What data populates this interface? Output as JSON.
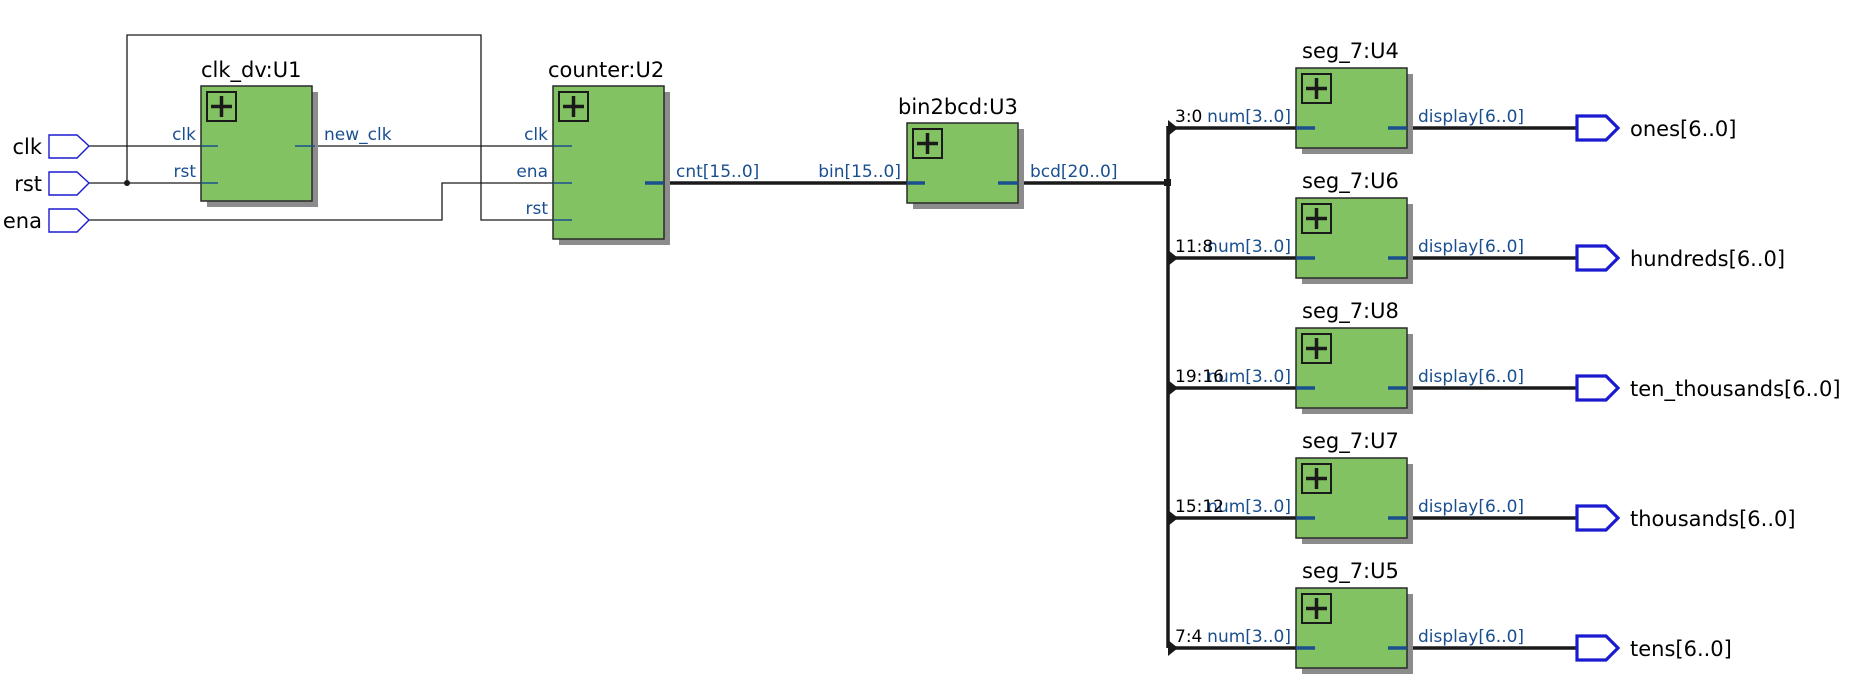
{
  "inputs": [
    "clk",
    "rst",
    "ena"
  ],
  "blocks": {
    "u1": {
      "title": "clk_dv:U1",
      "in": [
        "clk",
        "rst"
      ],
      "out": "new_clk"
    },
    "u2": {
      "title": "counter:U2",
      "in": [
        "clk",
        "ena",
        "rst"
      ],
      "out": "cnt[15..0]"
    },
    "u3": {
      "title": "bin2bcd:U3",
      "in": "bin[15..0]",
      "out": "bcd[20..0]"
    },
    "u4": {
      "title": "seg_7:U4",
      "in": "num[3..0]",
      "out": "display[6..0]"
    },
    "u6": {
      "title": "seg_7:U6",
      "in": "num[3..0]",
      "out": "display[6..0]"
    },
    "u8": {
      "title": "seg_7:U8",
      "in": "num[3..0]",
      "out": "display[6..0]"
    },
    "u7": {
      "title": "seg_7:U7",
      "in": "num[3..0]",
      "out": "display[6..0]"
    },
    "u5": {
      "title": "seg_7:U5",
      "in": "num[3..0]",
      "out": "display[6..0]"
    }
  },
  "bus_taps": [
    "3:0",
    "11:8",
    "19:16",
    "15:12",
    "7:4"
  ],
  "outputs": [
    "ones[6..0]",
    "hundreds[6..0]",
    "ten_thousands[6..0]",
    "thousands[6..0]",
    "tens[6..0]"
  ]
}
